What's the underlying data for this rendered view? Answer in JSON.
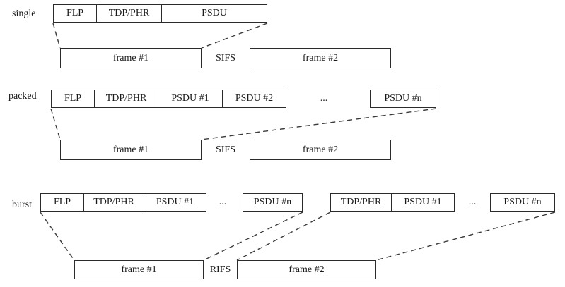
{
  "single": {
    "label": "single",
    "segments": [
      "FLP",
      "TDP/PHR",
      "PSDU"
    ],
    "frame1": "frame #1",
    "ifs": "SIFS",
    "frame2": "frame #2"
  },
  "packed": {
    "label": "packed",
    "segments": [
      "FLP",
      "TDP/PHR",
      "PSDU #1",
      "PSDU #2"
    ],
    "ellipsis": "...",
    "psdu_n": "PSDU #n",
    "frame1": "frame #1",
    "ifs": "SIFS",
    "frame2": "frame #2"
  },
  "burst": {
    "label": "burst",
    "group1": [
      "FLP",
      "TDP/PHR",
      "PSDU #1"
    ],
    "ellipsis1": "...",
    "psdu_n1": "PSDU #n",
    "group2": [
      "TDP/PHR",
      "PSDU #1"
    ],
    "ellipsis2": "...",
    "psdu_n2": "PSDU #n",
    "frame1": "frame #1",
    "ifs": "RIFS",
    "frame2": "frame #2"
  },
  "colors": {
    "border": "#2b2b2b",
    "text": "#1a1a1a",
    "background": "#ffffff",
    "dash": "#3a3a3a"
  }
}
